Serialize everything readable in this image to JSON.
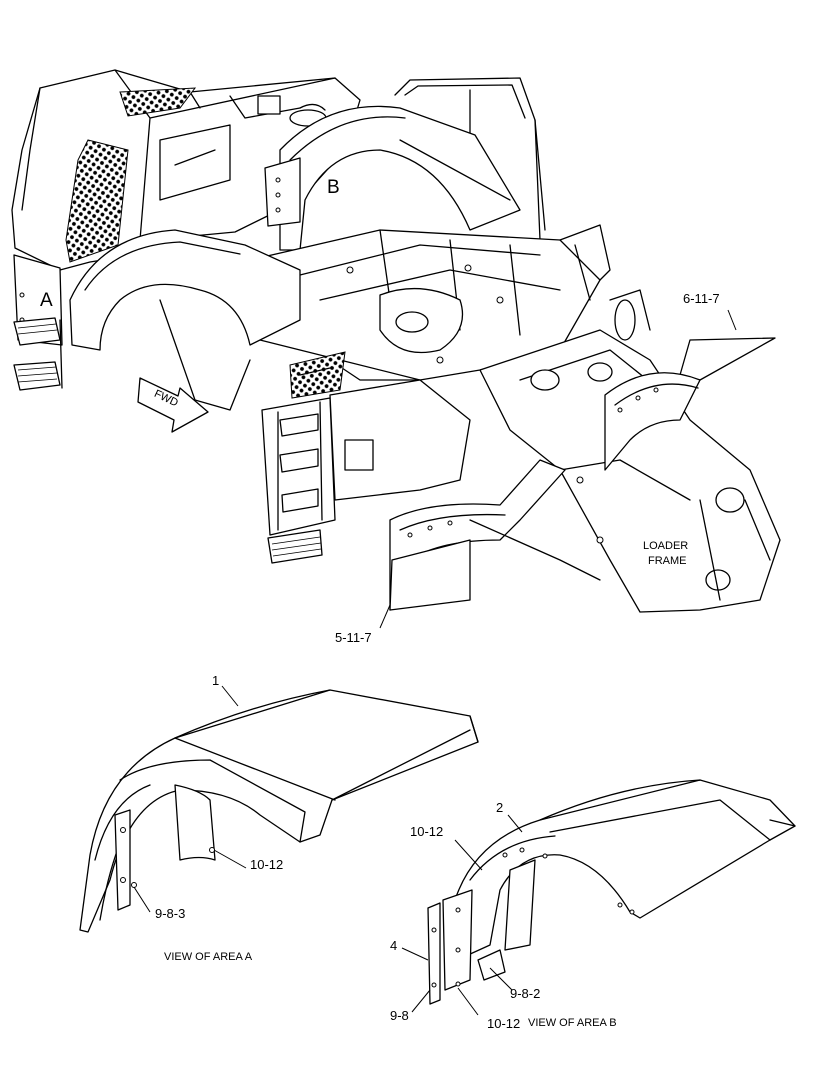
{
  "labels": {
    "area_a": "A",
    "area_b": "B",
    "fwd": "FWD",
    "ref_right_fender": "6-11-7",
    "ref_left_fender": "5-11-7",
    "loader_frame_line1": "LOADER",
    "loader_frame_line2": "FRAME",
    "part_1": "1",
    "part_2": "2",
    "part_4": "4",
    "bolt_a": "10-12",
    "washer_a": "9-8-3",
    "view_a": "VIEW OF AREA  A",
    "bolt_b_top": "10-12",
    "washer_b": "9-8-2",
    "washer_b2": "9-8",
    "bolt_b_bottom": "10-12",
    "view_b": "VIEW OF AREA  B"
  }
}
